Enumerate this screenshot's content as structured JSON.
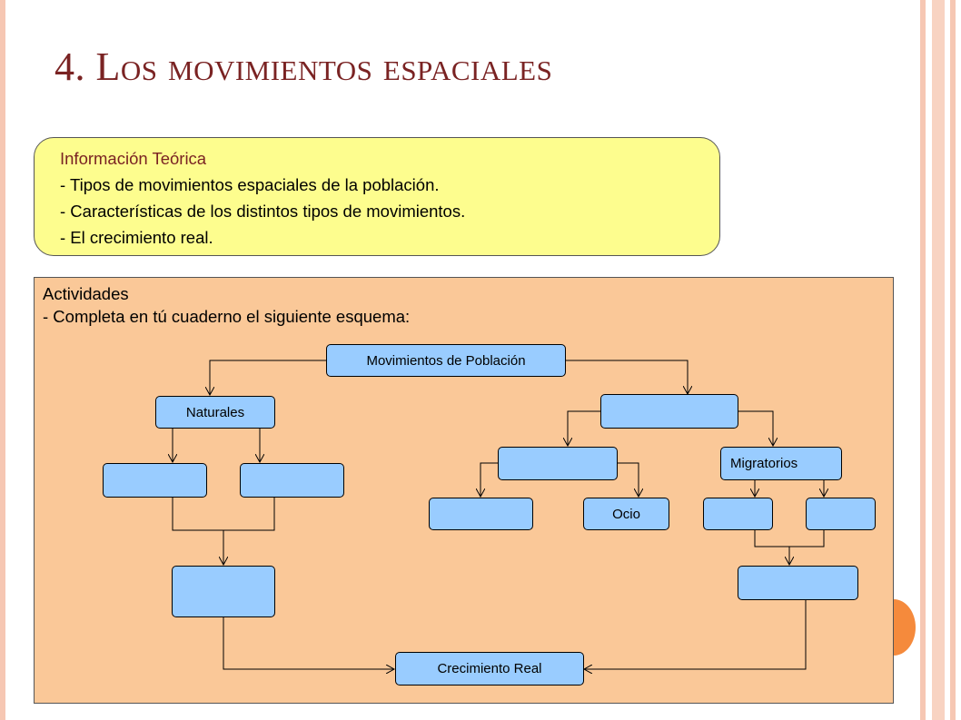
{
  "title": "4. Los movimientos espaciales",
  "info": {
    "heading": "Información Teórica",
    "items": [
      "- Tipos de movimientos espaciales de la población.",
      "- Características de los distintos tipos de movimientos.",
      "- El crecimiento real."
    ]
  },
  "activities": {
    "heading": "Actividades",
    "instruction": "- Completa en tú cuaderno el siguiente esquema:"
  },
  "diagram": {
    "root": "Movimientos de Población",
    "naturales": "Naturales",
    "migratorios": "Migratorios",
    "ocio": "Ocio",
    "crecimiento": "Crecimiento Real"
  },
  "colors": {
    "title": "#7a2323",
    "info_fill": "#fdfd8e",
    "activities_fill": "#fac898",
    "node_fill": "#99ccff",
    "accent_dot": "#f58a3c"
  }
}
